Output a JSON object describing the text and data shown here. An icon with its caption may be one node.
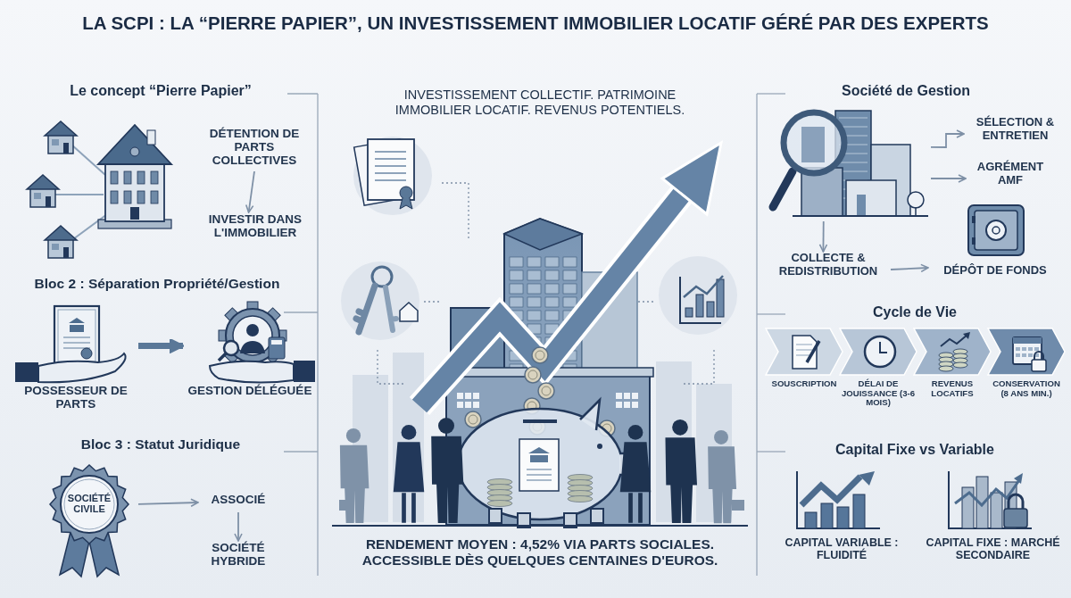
{
  "diagram": {
    "title": "LA SCPI : LA “PIERRE PAPIER”, UN INVESTISSEMENT IMMOBILIER LOCATIF GÉRÉ PAR DES EXPERTS",
    "nodes": [
      {
        "text": [
          "DÉTENTION DE PARTS COLLECTIVES"
        ]
      },
      {
        "text": [
          "INVESTIR DANS L'IMMOBILIER"
        ]
      },
      {
        "text": [
          "POSSESSEUR DE PARTS"
        ]
      },
      {
        "text": [
          "GESTION DÉLÉGUÉE"
        ]
      },
      {
        "text": [
          "SOCIÉTÉ CIVILE"
        ]
      },
      {
        "text": [
          "ASSOCIÉ"
        ]
      },
      {
        "text": [
          "SOCIÉTÉ HYBRIDE"
        ]
      },
      {
        "text": [],
        "shape": "picture"
      },
      {
        "text": [
          "SÉLECTION & ENTRETIEN"
        ]
      },
      {
        "text": [
          "AGRÉMENT AMF"
        ]
      },
      {
        "text": [
          "COLLECTE & REDISTRIBUTION"
        ]
      },
      {
        "text": [
          "DÉPÔT DE FONDS"
        ]
      },
      {
        "text": [
          "SOUSCRIPTION"
        ]
      },
      {
        "text": [
          "DÉLAI DE JOUISSANCE (3-6 MOIS)"
        ]
      },
      {
        "text": [
          "REVENUS LOCATIFS"
        ]
      },
      {
        "text": [
          "CONSERVATION (8 ANS MIN.)"
        ]
      }
    ],
    "edges": [
      {
        "from": 0,
        "to": 1,
        "arrow": "to"
      },
      {
        "from": 2,
        "to": 3,
        "arrow": "to",
        "style": "thick"
      },
      {
        "from": 4,
        "to": 5,
        "arrow": "to"
      },
      {
        "from": 5,
        "to": 6,
        "arrow": "to"
      },
      {
        "from": 7,
        "to": 8,
        "arrow": "to"
      },
      {
        "from": 7,
        "to": 9,
        "arrow": "to"
      },
      {
        "from": 7,
        "to": 10,
        "arrow": "to"
      },
      {
        "from": 10,
        "to": 11,
        "arrow": "to"
      }
    ],
    "labels": [
      "Le concept “Pierre Papier”",
      "INVESTISSEMENT COLLECTIF. PATRIMOINE IMMOBILIER LOCATIF. REVENUS POTENTIELS.",
      "Société de Gestion",
      "Bloc 2 : Séparation Propriété/Gestion",
      "Cycle de Vie",
      "Bloc 3 : Statut Juridique",
      "Capital Fixe vs Variable",
      "RENDEMENT MOYEN : 4,52% VIA PARTS SOCIALES. ACCESSIBLE DÈS QUELQUES CENTAINES D'EUROS.",
      "CAPITAL VARIABLE : FLUIDITÉ",
      "CAPITAL FIXE : MARCHÉ SECONDAIRE"
    ]
  }
}
